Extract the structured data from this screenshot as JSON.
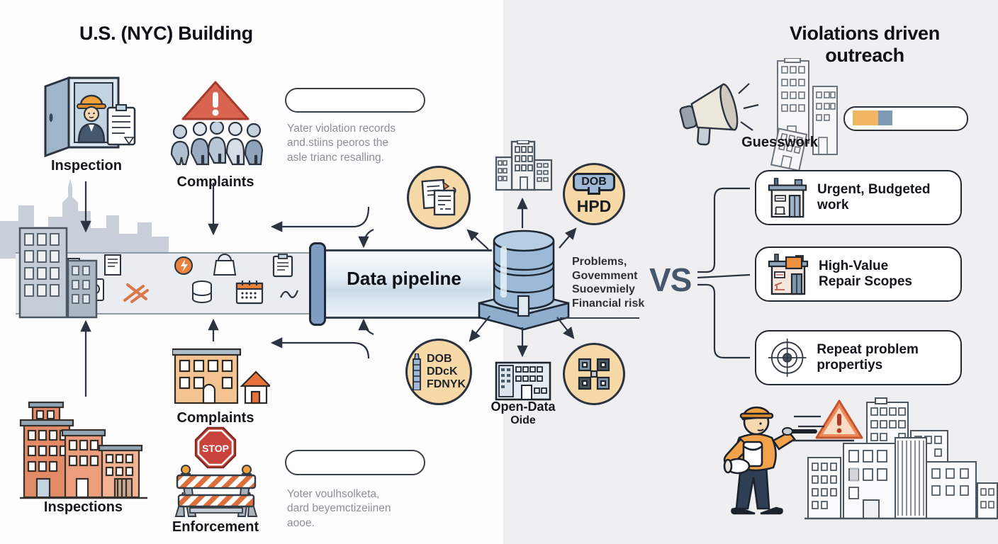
{
  "colors": {
    "accent_orange": "#e8883a",
    "steel_blue": "#8fafd0",
    "tan_circle": "#f6d9a6",
    "warning_red": "#d0604c",
    "vs_color": "#46566b",
    "pipe_blue": "#dce8f2"
  },
  "left": {
    "title": "U.S. (NYC) Building",
    "inspection_label": "Inspection",
    "complaints_top_label": "Complaints",
    "top_note_line1": "Yater violation records",
    "top_note_line2": "and.stiins peoros the",
    "top_note_line3": "asle trianc resalling.",
    "pipeline_label": "Data pipeline",
    "inspections_label": "Inspections",
    "complaints_bottom_label": "Complaints",
    "enforcement_label": "Enforcement",
    "stop_label": "STOP",
    "bottom_note_line1": "Yoter voulhsolketa,",
    "bottom_note_line2": "dard beyemctizeiinen",
    "bottom_note_line3": "aooe."
  },
  "center": {
    "dob_hpd_sign": "DOB",
    "dob_hpd_label": "HPD",
    "dob_stack_line1": "DOB",
    "dob_stack_line2": "DDcK",
    "dob_stack_line3": "FDNYK",
    "open_data_line1": "Open-Data",
    "open_data_line2": "Oide",
    "risk_line1": "Problems,",
    "risk_line2": "Govemment",
    "risk_line3": "Suoevmiely",
    "risk_line4": "Financial risk",
    "vs_label": "VS"
  },
  "right": {
    "title": "Violations driven outreach",
    "guesswork_label": "Guesswork",
    "outcome1_label": "Urgent, Budgeted work",
    "outcome2_line1": "High-Value",
    "outcome2_line2": "Repair Scopes",
    "outcome3_label": "Repeat problem propertiys"
  }
}
